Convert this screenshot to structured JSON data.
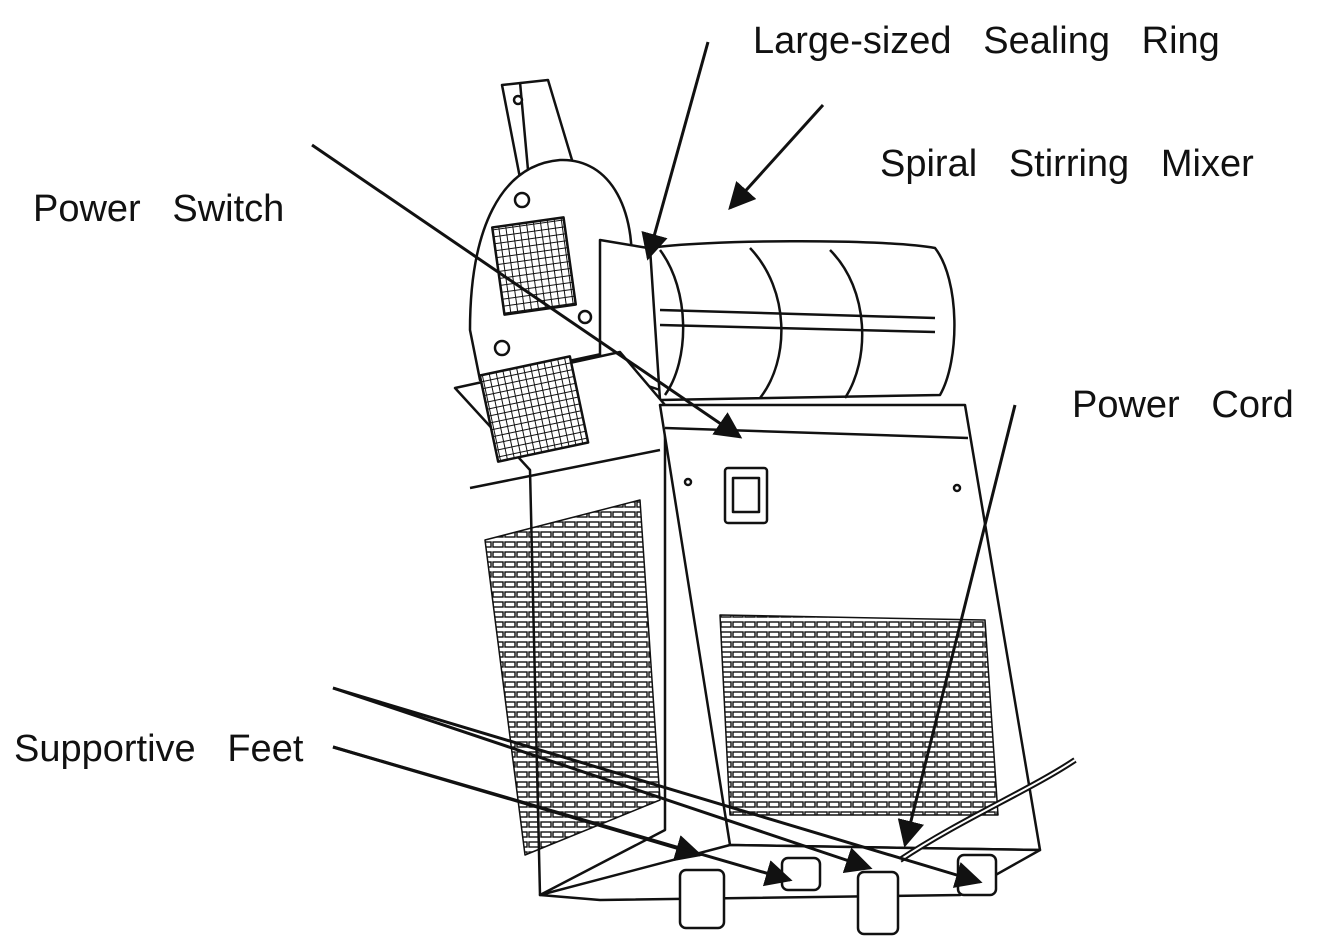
{
  "labels": {
    "sealing_ring": "Large-sized   Sealing   Ring",
    "mixer": "Spiral   Stirring   Mixer",
    "power_switch": "Power   Switch",
    "power_cord": "Power   Cord",
    "supportive_feet": "Supportive   Feet"
  },
  "colors": {
    "line": "#111111",
    "background": "#ffffff"
  }
}
